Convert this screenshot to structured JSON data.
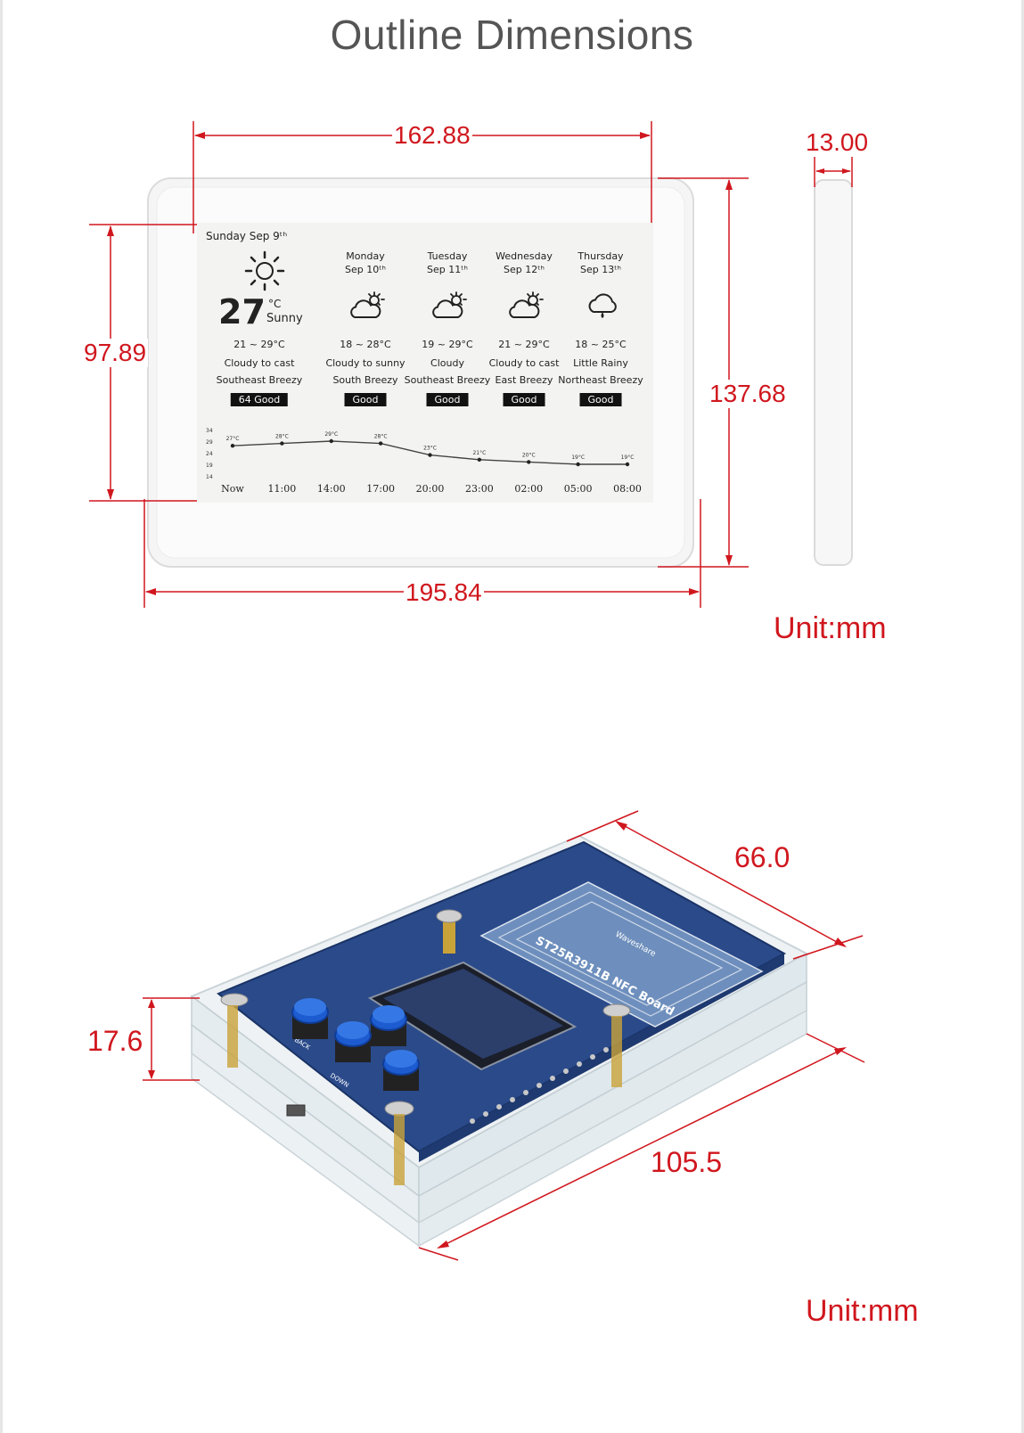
{
  "title": "Outline Dimensions",
  "top_view": {
    "width_screen": "162.88",
    "width_total": "195.84",
    "height_screen": "97.89",
    "height_total": "137.68",
    "thickness": "13.00",
    "unit": "Unit:mm"
  },
  "screen": {
    "date": "Sunday Sep 9ᵗʰ",
    "today": {
      "temp": "27",
      "unit": "°C",
      "condition": "Sunny",
      "range": "21 ~ 29°C",
      "desc": "Cloudy to cast",
      "wind": "Southeast Breezy",
      "aqi": "64 Good"
    },
    "days": [
      {
        "day": "Monday",
        "date": "Sep 10ᵗʰ",
        "icon": "partly-cloudy-icon",
        "range": "18 ~ 28°C",
        "desc": "Cloudy to sunny",
        "wind": "South Breezy",
        "aqi": "Good"
      },
      {
        "day": "Tuesday",
        "date": "Sep 11ᵗʰ",
        "icon": "partly-cloudy-icon",
        "range": "19 ~ 29°C",
        "desc": "Cloudy",
        "wind": "Southeast Breezy",
        "aqi": "Good"
      },
      {
        "day": "Wednesday",
        "date": "Sep 12ᵗʰ",
        "icon": "partly-cloudy-icon",
        "range": "21 ~ 29°C",
        "desc": "Cloudy to cast",
        "wind": "East Breezy",
        "aqi": "Good"
      },
      {
        "day": "Thursday",
        "date": "Sep 13ᵗʰ",
        "icon": "rain-icon",
        "range": "18 ~ 25°C",
        "desc": "Little Rainy",
        "wind": "Northeast Breezy",
        "aqi": "Good"
      }
    ],
    "hourly": {
      "times": [
        "Now",
        "11:00",
        "14:00",
        "17:00",
        "20:00",
        "23:00",
        "02:00",
        "05:00",
        "08:00"
      ],
      "temps": [
        27,
        28,
        29,
        28,
        23,
        21,
        20,
        19,
        19
      ],
      "labels": [
        "27°C",
        "28°C",
        "29°C",
        "28°C",
        "23°C",
        "21°C",
        "20°C",
        "19°C",
        "19°C"
      ],
      "y_ticks": [
        "34",
        "29",
        "24",
        "19",
        "14"
      ],
      "ylim": [
        14,
        34
      ]
    }
  },
  "bottom_view": {
    "width": "66.0",
    "length": "105.5",
    "height": "17.6",
    "unit": "Unit:mm",
    "board_label": "ST25R3911B NFC Board",
    "brand": "Waveshare",
    "button_labels": [
      "BACK",
      "DOWN"
    ]
  },
  "colors": {
    "dimension": "#d0171e",
    "pcb": "#2a4a8a",
    "button": "#1d5bd0"
  }
}
